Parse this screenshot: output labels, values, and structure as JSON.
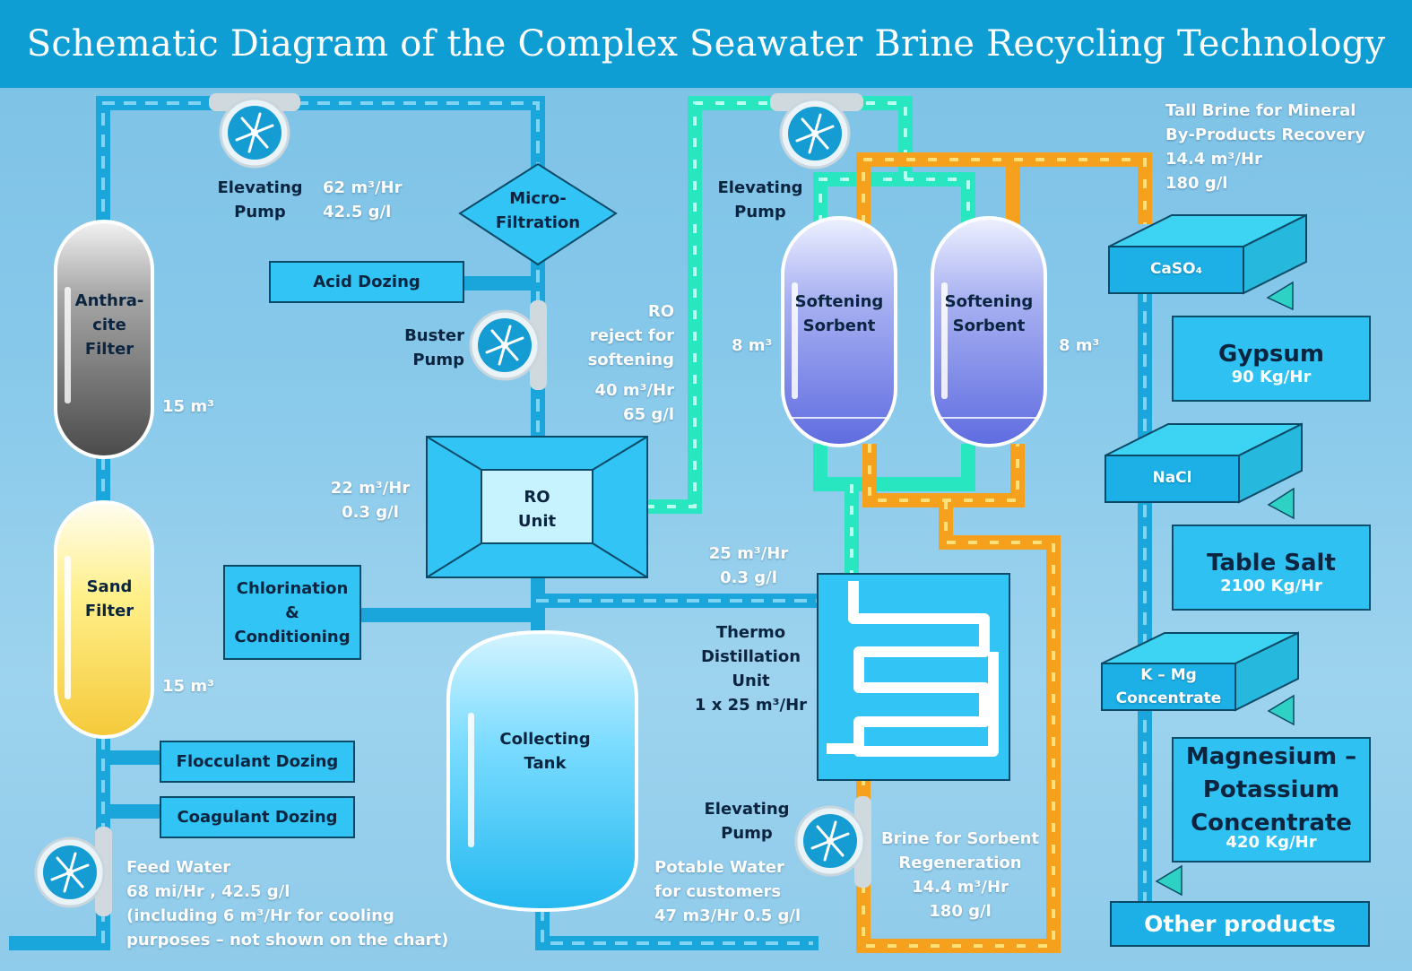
{
  "title": "Schematic Diagram of the Complex Seawater Brine Recycling Technology",
  "pumps": {
    "elevating_top_left": {
      "label": "Elevating\nPump",
      "flow": "62 m³/Hr\n42.5 g/l"
    },
    "buster": {
      "label": "Buster\nPump"
    },
    "elevating_top_right": {
      "label": "Elevating\nPump"
    },
    "elevating_bottom": {
      "label": "Elevating\nPump"
    },
    "feed": {
      "label": "Feed Water\n68 mi/Hr ,  42.5 g/l\n(including  6 m³/Hr for cooling\npurposes – not shown on the chart)"
    }
  },
  "filters": {
    "anthracite": {
      "label": "Anthra-\ncite\nFilter",
      "volume": "15 m³"
    },
    "sand": {
      "label": "Sand\nFilter",
      "volume": "15 m³"
    }
  },
  "dosing": {
    "acid": "Acid Dozing",
    "chlorination": "Chlorination\n&\nConditioning",
    "flocculant": "Flocculant Dozing",
    "coagulant": "Coagulant Dozing"
  },
  "micro_filtration": "Micro-\nFiltration",
  "ro_unit": {
    "label": "RO\nUnit",
    "inflow": "22 m³/Hr\n0.3 g/l",
    "reject": "RO\nreject for\nsoftening",
    "reject_flow": "40 m³/Hr\n65 g/l"
  },
  "collecting_tank": "Collecting\nTank",
  "sorbents": [
    {
      "label": "Softening\nSorbent",
      "volume": "8 m³"
    },
    {
      "label": "Softening\nSorbent",
      "volume": "8 m³"
    }
  ],
  "thermo": {
    "label": "Thermo\nDistillation\nUnit\n1 x 25 m³/Hr",
    "outflow": "25 m³/Hr\n0.3 g/l"
  },
  "potable_water": "Potable Water\nfor customers\n47 m3/Hr   0.5 g/l",
  "brine_regen": "Brine for Sorbent\nRegeneration\n14.4 m³/Hr\n180 g/l",
  "tall_brine": "Tall Brine for Mineral\nBy-Products Recovery\n14.4 m³/Hr\n180 g/l",
  "stages": [
    "CaSO₄",
    "NaCl",
    "K – Mg\nConcentrate"
  ],
  "products": [
    {
      "name": "Gypsum",
      "rate": "90 Kg/Hr"
    },
    {
      "name": "Table Salt",
      "rate": "2100 Kg/Hr"
    },
    {
      "name": "Magnesium –\nPotassium\nConcentrate",
      "rate": "420 Kg/Hr"
    }
  ],
  "other_products": "Other products",
  "colors": {
    "title_bar": "#0f9ed4",
    "seawater_pipe": "#1aa6db",
    "ro_reject_pipe": "#27e6c0",
    "brine_pipe": "#f6a11e",
    "box": "#31c4f5"
  }
}
